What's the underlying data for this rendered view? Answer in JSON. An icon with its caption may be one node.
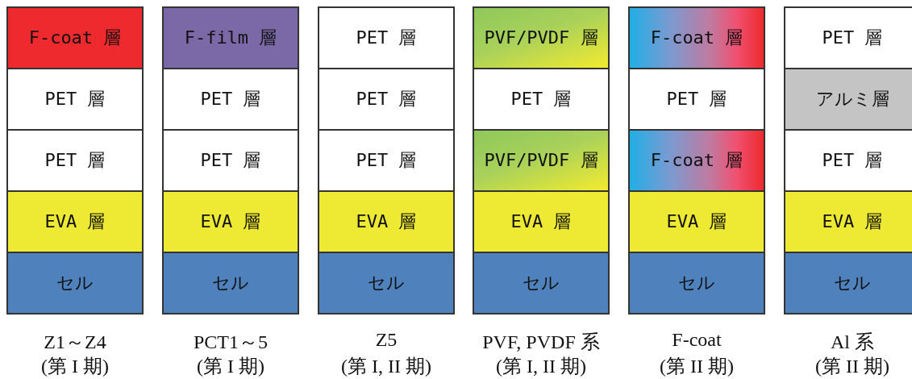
{
  "diagram": {
    "nodes": [
      {
        "text": [
          "F-coat 層"
        ]
      },
      {
        "text": [
          "PET 層"
        ]
      },
      {
        "text": [
          "PET 層"
        ]
      },
      {
        "text": [
          "EVA 層"
        ]
      },
      {
        "text": [
          "セル"
        ]
      },
      {
        "text": [
          "F-film 層"
        ]
      },
      {
        "text": [
          "PET 層"
        ]
      },
      {
        "text": [
          "PET 層"
        ]
      },
      {
        "text": [
          "EVA 層"
        ]
      },
      {
        "text": [
          "セル"
        ]
      },
      {
        "text": [
          "PET 層"
        ]
      },
      {
        "text": [
          "PET 層"
        ]
      },
      {
        "text": [
          "PET 層"
        ]
      },
      {
        "text": [
          "EVA 層"
        ]
      },
      {
        "text": [
          "セル"
        ]
      },
      {
        "text": [
          "PVF/PVDF 層"
        ]
      },
      {
        "text": [
          "PET 層"
        ]
      },
      {
        "text": [
          "PVF/PVDF 層"
        ]
      },
      {
        "text": [
          "EVA 層"
        ]
      },
      {
        "text": [
          "セル"
        ]
      },
      {
        "text": [
          "F-coat 層"
        ]
      },
      {
        "text": [
          "PET 層"
        ]
      },
      {
        "text": [
          "F-coat 層"
        ]
      },
      {
        "text": [
          "EVA 層"
        ]
      },
      {
        "text": [
          "セル"
        ]
      },
      {
        "text": [
          "PET 層"
        ]
      },
      {
        "text": [
          "アルミ層"
        ]
      },
      {
        "text": [
          "PET 層"
        ]
      },
      {
        "text": [
          "EVA 層"
        ]
      },
      {
        "text": [
          "セル"
        ]
      }
    ],
    "labels": [
      "Z1～Z4",
      "(第 I 期)",
      "PCT1～5",
      "(第 I 期)",
      "Z5",
      "(第 I, II 期)",
      "PVF, PVDF 系",
      "(第 I, II 期)",
      "F-coat",
      "(第 II 期)",
      "Al 系",
      "(第 II 期)"
    ]
  }
}
